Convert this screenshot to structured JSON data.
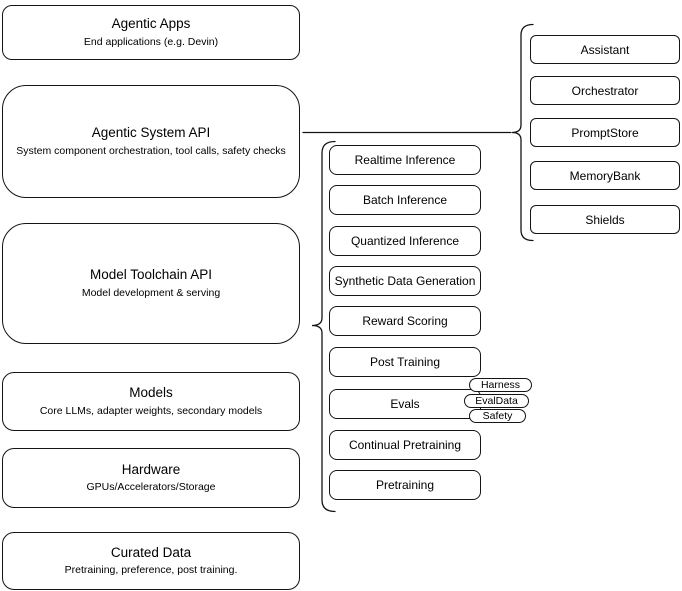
{
  "left_column": [
    {
      "title": "Agentic Apps",
      "subtitle": "End applications (e.g. Devin)"
    },
    {
      "title": "Agentic System API",
      "subtitle": "System component orchestration, tool calls, safety checks"
    },
    {
      "title": "Model Toolchain API",
      "subtitle": "Model development & serving"
    },
    {
      "title": "Models",
      "subtitle": "Core LLMs, adapter weights, secondary models"
    },
    {
      "title": "Hardware",
      "subtitle": "GPUs/Accelerators/Storage"
    },
    {
      "title": "Curated Data",
      "subtitle": "Pretraining, preference, post training."
    }
  ],
  "toolchain_items": [
    "Realtime Inference",
    "Batch Inference",
    "Quantized Inference",
    "Synthetic Data Generation",
    "Reward Scoring",
    "Post Training",
    "Evals",
    "Continual Pretraining",
    "Pretraining"
  ],
  "eval_tags": [
    "Harness",
    "EvalData",
    "Safety"
  ],
  "system_components": [
    "Assistant",
    "Orchestrator",
    "PromptStore",
    "MemoryBank",
    "Shields"
  ],
  "colors": {
    "stroke": "#141414",
    "background": "#ffffff"
  }
}
